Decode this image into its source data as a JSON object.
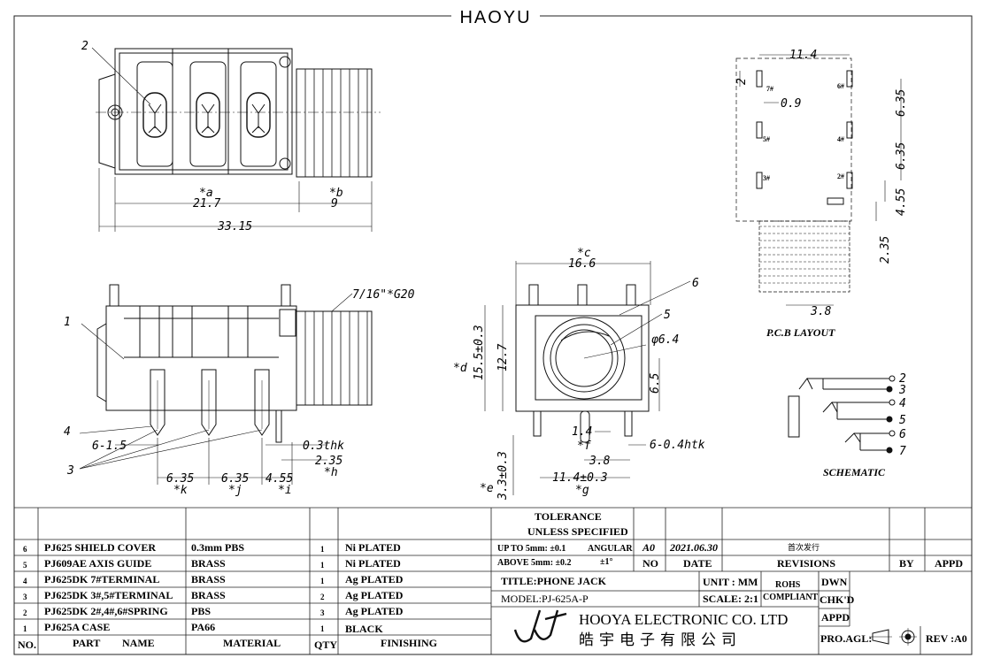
{
  "header": {
    "title": "HAOYU"
  },
  "views": {
    "top": {
      "dims": {
        "a": "*a",
        "b": "*b",
        "w1": "21.7",
        "w2": "9",
        "total": "33.15"
      },
      "callouts": {
        "two": "2"
      }
    },
    "side": {
      "thread": "7/16\"*G20",
      "callouts": {
        "one": "1",
        "three": "3",
        "four": "4"
      },
      "dims": {
        "pitch": "6-1.5",
        "thk": "0.3thk",
        "d235": "2.35",
        "h": "*h",
        "p1": "6.35",
        "p2": "6.35",
        "p3": "4.55",
        "k": "*k",
        "j": "*j",
        "i": "*i"
      }
    },
    "front": {
      "callouts": {
        "five": "5",
        "six": "6"
      },
      "dims": {
        "c": "*c",
        "w": "16.6",
        "d": "*d",
        "h1": "15.5±0.3",
        "h2": "12.7",
        "dia": "φ6.4",
        "h3": "6.5",
        "f14": "1.4",
        "f": "*f",
        "pin": "6-0.4htk",
        "w38": "3.8",
        "w114": "11.4±0.3",
        "g": "*g",
        "e": "*e",
        "e33": "3.3±0.3"
      }
    },
    "pcb": {
      "caption": "P.C.B LAYOUT",
      "dims": {
        "w": "11.4",
        "h2": "2",
        "gap": "0.9",
        "v1": "6.35",
        "v2": "6.35",
        "v3": "4.55",
        "v4": "2.35",
        "bw": "3.8"
      },
      "pins": [
        "7#",
        "6#",
        "5#",
        "4#",
        "3#",
        "2#"
      ]
    },
    "schematic": {
      "caption": "SCHEMATIC",
      "pins": [
        "2",
        "3",
        "4",
        "5",
        "6",
        "7"
      ]
    }
  },
  "bom": {
    "headers": {
      "no": "NO.",
      "part": "PART",
      "name": "NAME",
      "material": "MATERIAL",
      "qty": "QTY",
      "finishing": "FINISHING"
    },
    "rows": [
      {
        "no": "6",
        "part": "PJ625 SHIELD COVER",
        "material": "0.3mm PBS",
        "qty": "1",
        "finishing": "Ni PLATED"
      },
      {
        "no": "5",
        "part": "PJ609AE AXIS GUIDE",
        "material": "BRASS",
        "qty": "1",
        "finishing": "Ni PLATED"
      },
      {
        "no": "4",
        "part": "PJ625DK 7#TERMINAL",
        "material": "BRASS",
        "qty": "1",
        "finishing": "Ag PLATED"
      },
      {
        "no": "3",
        "part": "PJ625DK 3#,5#TERMINAL",
        "material": "BRASS",
        "qty": "2",
        "finishing": "Ag PLATED"
      },
      {
        "no": "2",
        "part": "PJ625DK 2#,4#,6#SPRING",
        "material": "PBS",
        "qty": "3",
        "finishing": "Ag PLATED"
      },
      {
        "no": "1",
        "part": "PJ625A CASE",
        "material": "PA66",
        "qty": "1",
        "finishing": "BLACK"
      }
    ]
  },
  "tolerance": {
    "title1": "TOLERANCE",
    "title2": "UNLESS SPECIFIED",
    "row1": "UP TO 5mm: ±0.1",
    "row2": "ABOVE 5mm: ±0.2",
    "angular": "ANGULAR",
    "angular_val": "±1°"
  },
  "revisions": {
    "rev": "A0",
    "date": "2021.06.30",
    "note": "首次发行",
    "h_no": "NO",
    "h_date": "DATE",
    "h_revisions": "REVISIONS",
    "h_by": "BY",
    "h_appd": "APPD"
  },
  "titleblock": {
    "title": "TITLE:PHONE JACK",
    "model": "MODEL:PJ-625A-P",
    "unit": "UNIT : MM",
    "scale": "SCALE: 2:1",
    "rohs1": "ROHS",
    "rohs2": "COMPLIANT",
    "dwn": "DWN",
    "chkd": "CHK'D",
    "appd": "APPD",
    "company_en": "HOOYA ELECTRONIC CO. LTD",
    "company_cn": "皓宇电子有限公司",
    "proagl": "PRO.AGL:",
    "rev": "REV :A0"
  }
}
